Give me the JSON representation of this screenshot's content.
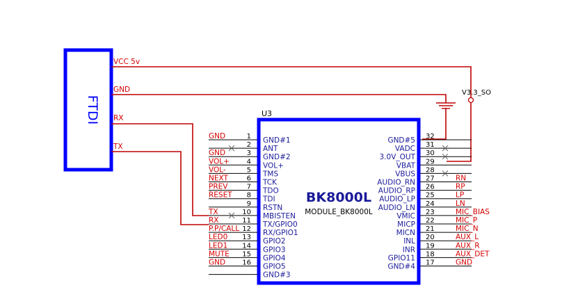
{
  "ftdi": {
    "label": "FTDI",
    "nets": [
      "VCC 5v",
      "GND",
      "RX",
      "TX"
    ]
  },
  "ic": {
    "ref": "U3",
    "part": "BK8000L",
    "module": "MODULE_BK8000L",
    "supply_label": "V3.3_SO",
    "left_pins": [
      {
        "num": "1",
        "name": "GND#1",
        "net": "GND",
        "nc": false
      },
      {
        "num": "2",
        "name": "ANT",
        "net": "",
        "nc": true
      },
      {
        "num": "3",
        "name": "GND#2",
        "net": "GND",
        "nc": false
      },
      {
        "num": "4",
        "name": "VOL+",
        "net": "VOL+",
        "nc": false
      },
      {
        "num": "5",
        "name": "TMS",
        "net": "VOL-",
        "nc": false
      },
      {
        "num": "6",
        "name": "TCK",
        "net": "NEXT",
        "nc": false
      },
      {
        "num": "7",
        "name": "TDO",
        "net": "PREV",
        "nc": false
      },
      {
        "num": "8",
        "name": "TDI",
        "net": "RESET",
        "nc": false
      },
      {
        "num": "9",
        "name": "RSTN",
        "net": "",
        "nc": false
      },
      {
        "num": "10",
        "name": "MBISTEN",
        "net": "TX",
        "nc": true
      },
      {
        "num": "11",
        "name": "TX/GPIO0",
        "net": "RX",
        "nc": false
      },
      {
        "num": "12",
        "name": "RX/GPIO1",
        "net": "P.P/CALL",
        "nc": false
      },
      {
        "num": "13",
        "name": "GPIO2",
        "net": "LED0",
        "nc": false
      },
      {
        "num": "14",
        "name": "GPIO3",
        "net": "LED1",
        "nc": false
      },
      {
        "num": "15",
        "name": "GPIO4",
        "net": "MUTE",
        "nc": false
      },
      {
        "num": "16",
        "name": "GPIO5",
        "net": "GND",
        "nc": false
      },
      {
        "num": "",
        "name": "GND#3",
        "net": "",
        "nc": false
      }
    ],
    "right_pins": [
      {
        "num": "32",
        "name": "GND#5",
        "net": "",
        "nc": false
      },
      {
        "num": "31",
        "name": "VADC",
        "net": "",
        "nc": true
      },
      {
        "num": "30",
        "name": "3.0V_OUT",
        "net": "",
        "nc": true
      },
      {
        "num": "29",
        "name": "VBAT",
        "net": "",
        "nc": false
      },
      {
        "num": "28",
        "name": "VBUS",
        "net": "",
        "nc": true
      },
      {
        "num": "27",
        "name": "AUDIO_RN",
        "net": "RN",
        "nc": false
      },
      {
        "num": "26",
        "name": "AUDIO_RP",
        "net": "RP",
        "nc": false
      },
      {
        "num": "25",
        "name": "AUDIO_LP",
        "net": "LP",
        "nc": false
      },
      {
        "num": "24",
        "name": "AUDIO_LN",
        "net": "LN",
        "nc": false
      },
      {
        "num": "23",
        "name": "VMIC",
        "net": "MIC_BIAS",
        "nc": false
      },
      {
        "num": "22",
        "name": "MICP",
        "net": "MIC_P",
        "nc": false
      },
      {
        "num": "21",
        "name": "MICN",
        "net": "MIC_N",
        "nc": false
      },
      {
        "num": "20",
        "name": "INL",
        "net": "AUX_L",
        "nc": false
      },
      {
        "num": "19",
        "name": "INR",
        "net": "AUX_R",
        "nc": false
      },
      {
        "num": "18",
        "name": "GPIO11",
        "net": "AUX_DET",
        "nc": false
      },
      {
        "num": "17",
        "name": "GND#4",
        "net": "GND",
        "nc": false
      }
    ]
  },
  "colors": {
    "outline": "#0000ff",
    "wire": "#c00000",
    "net_text": "#d40000",
    "pin_text": "#1a1a9a"
  }
}
